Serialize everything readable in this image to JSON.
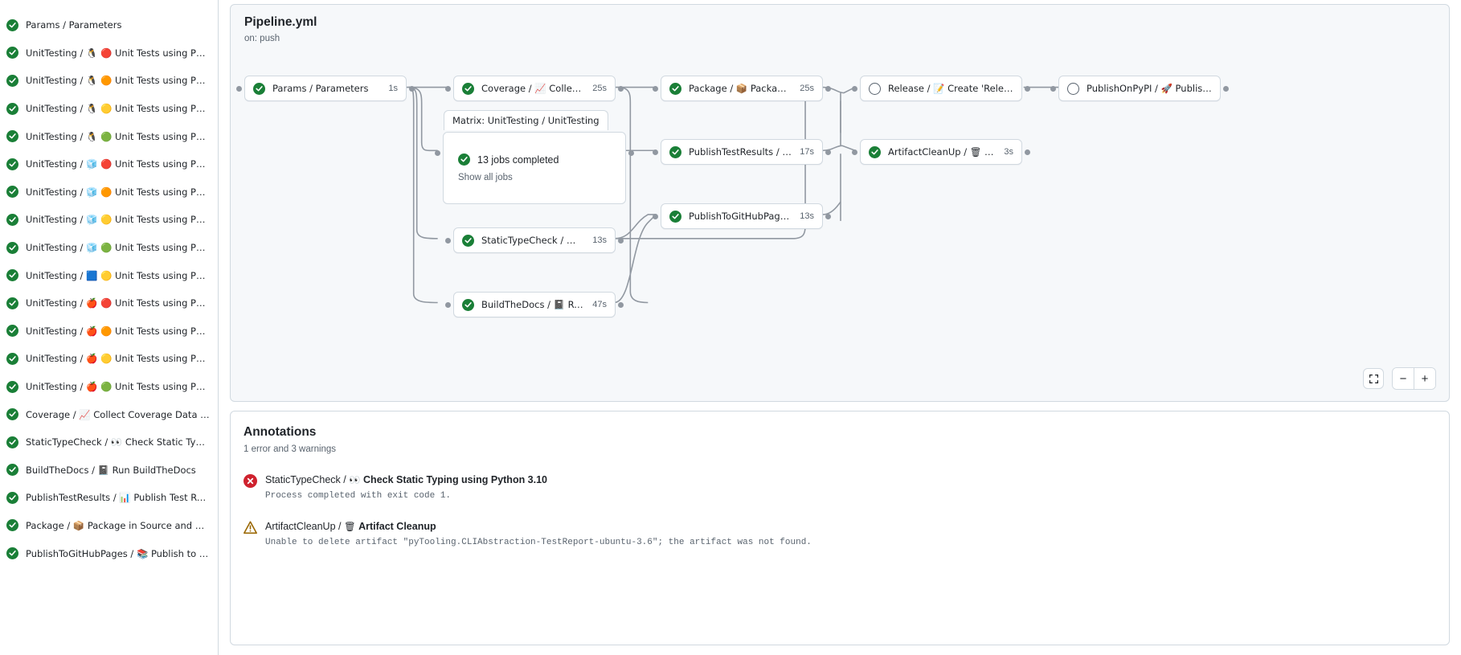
{
  "sidebar": {
    "items": [
      {
        "status": "success",
        "text": "Params / Parameters",
        "emojis": []
      },
      {
        "status": "success",
        "text": "UnitTesting / 🐧 🔴 Unit Tests using Pyth…",
        "emojis": [
          "🐧",
          "🔴"
        ]
      },
      {
        "status": "success",
        "text": "UnitTesting / 🐧 🟠 Unit Tests using Pyth…",
        "emojis": [
          "🐧",
          "🟠"
        ]
      },
      {
        "status": "success",
        "text": "UnitTesting / 🐧 🟡 Unit Tests using Pyth…",
        "emojis": [
          "🐧",
          "🟡"
        ]
      },
      {
        "status": "success",
        "text": "UnitTesting / 🐧 🟢 Unit Tests using Pyth…",
        "emojis": [
          "🐧",
          "🟢"
        ]
      },
      {
        "status": "success",
        "text": "UnitTesting / 🧊 🔴 Unit Tests using Pyth…",
        "emojis": [
          "🧊",
          "🔴"
        ]
      },
      {
        "status": "success",
        "text": "UnitTesting / 🧊 🟠 Unit Tests using Pyth…",
        "emojis": [
          "🧊",
          "🟠"
        ]
      },
      {
        "status": "success",
        "text": "UnitTesting / 🧊 🟡 Unit Tests using Pyth…",
        "emojis": [
          "🧊",
          "🟡"
        ]
      },
      {
        "status": "success",
        "text": "UnitTesting / 🧊 🟢 Unit Tests using Pyth…",
        "emojis": [
          "🧊",
          "🟢"
        ]
      },
      {
        "status": "success",
        "text": "UnitTesting / 🟦 🟡 Unit Tests using Pyth…",
        "emojis": [
          "🟦",
          "🟡"
        ]
      },
      {
        "status": "success",
        "text": "UnitTesting / 🍎 🔴 Unit Tests using Pyth…",
        "emojis": [
          "🍎",
          "🔴"
        ]
      },
      {
        "status": "success",
        "text": "UnitTesting / 🍎 🟠 Unit Tests using Pyth…",
        "emojis": [
          "🍎",
          "🟠"
        ]
      },
      {
        "status": "success",
        "text": "UnitTesting / 🍎 🟡 Unit Tests using Pyth…",
        "emojis": [
          "🍎",
          "🟡"
        ]
      },
      {
        "status": "success",
        "text": "UnitTesting / 🍎 🟢 Unit Tests using Pyth…",
        "emojis": [
          "🍎",
          "🟢"
        ]
      },
      {
        "status": "success",
        "text": "Coverage / 📈 Collect Coverage Data usi…",
        "emojis": [
          "📈"
        ]
      },
      {
        "status": "success",
        "text": "StaticTypeCheck / 👀 Check Static Typing…",
        "emojis": [
          "👀"
        ]
      },
      {
        "status": "success",
        "text": "BuildTheDocs / 📓 Run BuildTheDocs",
        "emojis": [
          "📓"
        ]
      },
      {
        "status": "success",
        "text": "PublishTestResults / 📊 Publish Test Resu…",
        "emojis": [
          "📊"
        ]
      },
      {
        "status": "success",
        "text": "Package / 📦 Package in Source and Wh…",
        "emojis": [
          "📦"
        ]
      },
      {
        "status": "success",
        "text": "PublishToGitHubPages / 📚 Publish to G…",
        "emojis": [
          "📚"
        ]
      }
    ]
  },
  "workflow": {
    "title": "Pipeline.yml",
    "trigger": "on: push"
  },
  "graph": {
    "matrix_group_label": "Matrix: UnitTesting / UnitTesting",
    "matrix_summary": "13 jobs completed",
    "matrix_show_all": "Show all jobs",
    "nodes": [
      {
        "id": "params",
        "status": "success",
        "label": "Params / Parameters",
        "duration": "1s"
      },
      {
        "id": "coverage",
        "status": "success",
        "label": "Coverage / 📈 Collect Cove…",
        "duration": "25s"
      },
      {
        "id": "statictype",
        "status": "success",
        "label": "StaticTypeCheck / 👀 Chec…",
        "duration": "13s"
      },
      {
        "id": "buildthedocs",
        "status": "success",
        "label": "BuildTheDocs / 📓 Run Buil…",
        "duration": "47s"
      },
      {
        "id": "package",
        "status": "success",
        "label": "Package / 📦 Package in So…",
        "duration": "25s"
      },
      {
        "id": "publishtest",
        "status": "success",
        "label": "PublishTestResults / 📊 Pu…",
        "duration": "17s"
      },
      {
        "id": "publishpages",
        "status": "success",
        "label": "PublishToGitHubPages / 📚 …",
        "duration": "13s"
      },
      {
        "id": "release",
        "status": "pending",
        "label": "Release / 📝 Create 'Release P…",
        "duration": ""
      },
      {
        "id": "artifact",
        "status": "success",
        "label": "ArtifactCleanUp / 🗑 Artifac…",
        "duration": "3s"
      },
      {
        "id": "pypi",
        "status": "pending",
        "label": "PublishOnPyPI / 🚀 Publish to …",
        "duration": ""
      }
    ]
  },
  "zoom_controls": {
    "fit_label": "fit-to-screen",
    "zoom_out_label": "−",
    "zoom_in_label": "+"
  },
  "annotations": {
    "title": "Annotations",
    "subtitle": "1 error and 3 warnings",
    "items": [
      {
        "severity": "error",
        "heading_prefix": "StaticTypeCheck / ",
        "heading_emoji": "👀",
        "heading_main": "Check Static Typing using Python 3.10",
        "body": "Process completed with exit code 1."
      },
      {
        "severity": "warning",
        "heading_prefix": "ArtifactCleanUp / ",
        "heading_emoji": "🗑",
        "heading_main": "Artifact Cleanup",
        "body": "Unable to delete artifact \"pyTooling.CLIAbstraction-TestReport-ubuntu-3.6\"; the artifact was not found."
      }
    ]
  },
  "colors": {
    "success": "#1a7f37",
    "error": "#cf222e",
    "warning": "#9a6700",
    "border": "#d1d9e0",
    "canvas": "#f6f8fa",
    "muted": "#59636e",
    "edge": "#9198a1"
  }
}
